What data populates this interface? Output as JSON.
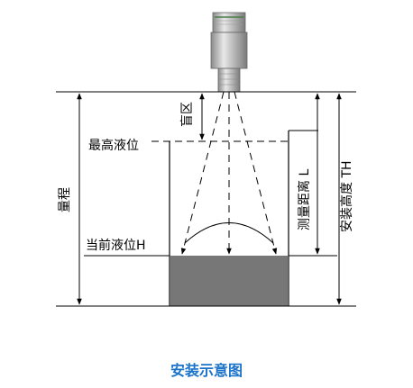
{
  "labels": {
    "blind_zone": "盲区",
    "max_level": "最高液位",
    "current_level": "当前液位H",
    "range": "量程",
    "measure_distance": "测量距离 L",
    "install_height": "安装高度 TH"
  },
  "caption": "安装示意图",
  "colors": {
    "caption": "#1a73c8",
    "liquid": "#777777",
    "line": "#000000"
  }
}
